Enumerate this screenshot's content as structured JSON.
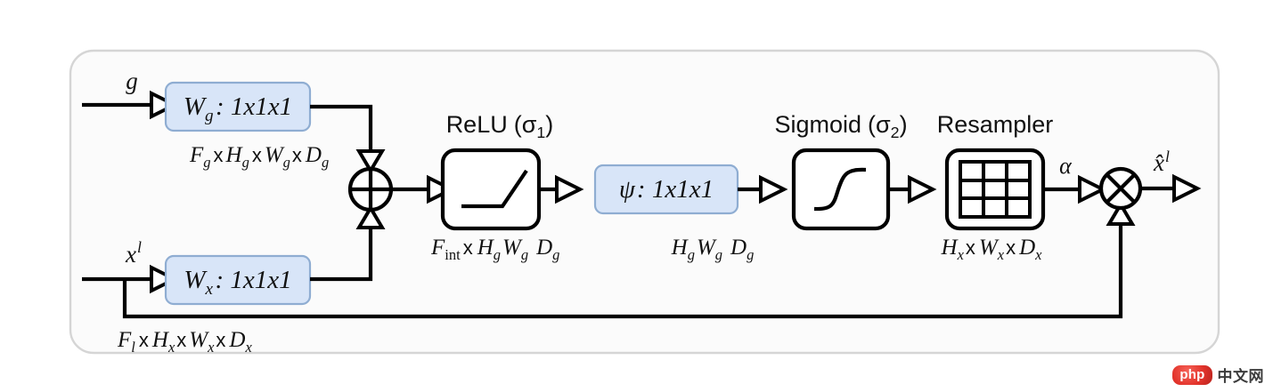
{
  "figure": {
    "type": "attention-gate-block-diagram",
    "panel_fill": "#fbfbfb",
    "panel_border": "#d5d5d5",
    "block_fill": "#d8e5f8",
    "block_border": "#8fadd2",
    "wire_color": "#000000"
  },
  "inputs": {
    "gating_signal": {
      "label": "g",
      "dims": "F_g x H_g x W_g x D_g",
      "dims_parts": [
        "F",
        "g",
        " x ",
        "H",
        "g",
        " x ",
        "W",
        "g",
        " x ",
        "D",
        "g"
      ]
    },
    "skip_features": {
      "label": "x",
      "label_sup": "l",
      "dims": "F_l x H_x x W_x x D_x",
      "dims_parts": [
        "F",
        "l",
        " x ",
        "H",
        "x",
        " x ",
        "W",
        "x",
        " x ",
        "D",
        "x"
      ]
    }
  },
  "blocks": {
    "wg": {
      "symbol": "W",
      "symbol_sub": "g",
      "kernel": ": 1x1x1",
      "full_label": "W_g : 1x1x1",
      "kind": "blue"
    },
    "wx": {
      "symbol": "W",
      "symbol_sub": "x",
      "kernel": ": 1x1x1",
      "full_label": "W_x : 1x1x1",
      "kind": "blue"
    },
    "psi": {
      "symbol": "ψ",
      "symbol_sub": "",
      "kernel": ": 1x1x1",
      "full_label": "ψ : 1x1x1",
      "kind": "blue"
    },
    "relu": {
      "title": "ReLU",
      "activation_symbol": "(σ",
      "activation_sub": "1",
      "activation_close": ")",
      "full_title": "ReLU (σ₁)",
      "kind": "white",
      "glyph": "relu-curve"
    },
    "sigmoid": {
      "title": "Sigmoid",
      "activation_symbol": "(σ",
      "activation_sub": "2",
      "activation_close": ")",
      "full_title": "Sigmoid (σ₂)",
      "kind": "white",
      "glyph": "sigmoid-curve"
    },
    "resampler": {
      "title": "Resampler",
      "kind": "white",
      "glyph": "grid-3x3"
    }
  },
  "operators": {
    "add": {
      "symbol": "⊕",
      "name": "element-wise-addition"
    },
    "multiply": {
      "symbol": "⊗",
      "name": "element-wise-multiplication"
    }
  },
  "dimension_labels": {
    "after_relu": {
      "text": "F_int x H_g W_g D_g",
      "parts": [
        "F",
        "int",
        " x ",
        "H",
        "g",
        " ",
        "W",
        "g",
        " ",
        "D",
        "g"
      ]
    },
    "after_psi": {
      "text": "H_g W_g D_g",
      "parts": [
        "H",
        "g",
        " ",
        "W",
        "g",
        " ",
        "D",
        "g"
      ]
    },
    "after_resampler": {
      "text": "H_x x W_x x D_x",
      "parts": [
        "H",
        "x",
        " x ",
        "W",
        "x",
        " x ",
        "D",
        "x"
      ]
    }
  },
  "signals": {
    "alpha": "α",
    "output": {
      "label": "x",
      "hat": true,
      "sup": "l",
      "full": "x̂^l"
    }
  },
  "watermark": {
    "badge": "php",
    "text": "中文网",
    "badge_color": "#e02219"
  }
}
